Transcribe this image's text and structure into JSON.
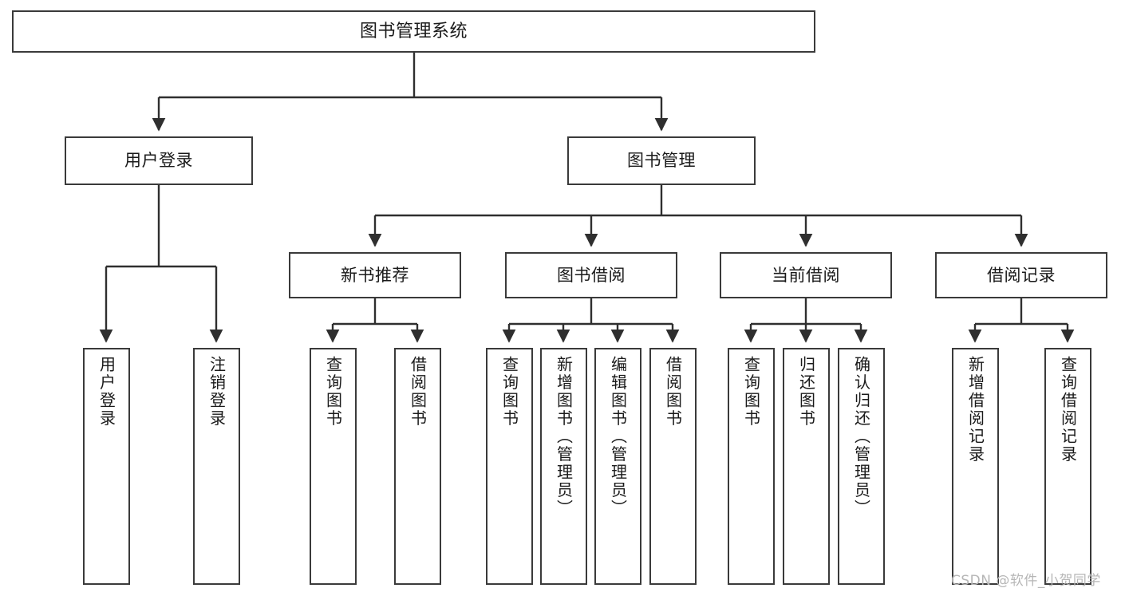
{
  "diagram": {
    "title": "图书管理系统",
    "root": {
      "label": "图书管理系统"
    },
    "level2": [
      {
        "label": "用户登录"
      },
      {
        "label": "图书管理"
      }
    ],
    "level3": [
      {
        "label": "新书推荐"
      },
      {
        "label": "图书借阅"
      },
      {
        "label": "当前借阅"
      },
      {
        "label": "借阅记录"
      }
    ],
    "leaves": {
      "user_login": [
        {
          "label": "用户登录"
        },
        {
          "label": "注销登录"
        }
      ],
      "new_book_recommend": [
        {
          "label": "查询图书"
        },
        {
          "label": "借阅图书"
        }
      ],
      "book_borrow": [
        {
          "label": "查询图书"
        },
        {
          "label": "新增图书（管理员）"
        },
        {
          "label": "编辑图书（管理员）"
        },
        {
          "label": "借阅图书"
        }
      ],
      "current_borrow": [
        {
          "label": "查询图书"
        },
        {
          "label": "归还图书"
        },
        {
          "label": "确认归还（管理员）"
        }
      ],
      "borrow_record": [
        {
          "label": "新增借阅记录"
        },
        {
          "label": "查询借阅记录"
        }
      ]
    }
  },
  "watermark": {
    "text": "CSDN @软件_小贺同学"
  },
  "colors": {
    "stroke": "#3a3a3a",
    "fill": "#ffffff",
    "text": "#1a1a1a",
    "watermark": "#b6b6b6"
  }
}
